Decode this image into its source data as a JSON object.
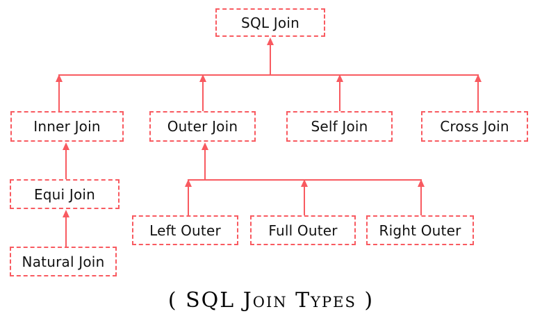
{
  "diagram": {
    "caption": "( SQL Join Types )",
    "accent_color": "#f85a60",
    "text_color": "#111111",
    "background_color": "#ffffff",
    "nodes": {
      "root": {
        "label": "SQL Join"
      },
      "inner": {
        "label": "Inner Join"
      },
      "outer": {
        "label": "Outer Join"
      },
      "self": {
        "label": "Self Join"
      },
      "cross": {
        "label": "Cross Join"
      },
      "equi": {
        "label": "Equi Join"
      },
      "natural": {
        "label": "Natural Join"
      },
      "left_outer": {
        "label": "Left Outer"
      },
      "full_outer": {
        "label": "Full Outer"
      },
      "right_outer": {
        "label": "Right Outer"
      }
    }
  },
  "chart_data": {
    "type": "diagram",
    "title": "( SQL Join Types )",
    "layout": "hierarchical-tree-bottom-up",
    "levels": [
      [
        "SQL Join"
      ],
      [
        "Inner Join",
        "Outer Join",
        "Self Join",
        "Cross Join"
      ],
      [
        "Equi Join",
        "Left Outer",
        "Full Outer",
        "Right Outer"
      ],
      [
        "Natural Join"
      ]
    ],
    "edges": [
      {
        "from": "Inner Join",
        "to": "SQL Join"
      },
      {
        "from": "Outer Join",
        "to": "SQL Join"
      },
      {
        "from": "Self Join",
        "to": "SQL Join"
      },
      {
        "from": "Cross Join",
        "to": "SQL Join"
      },
      {
        "from": "Equi Join",
        "to": "Inner Join"
      },
      {
        "from": "Natural Join",
        "to": "Equi Join"
      },
      {
        "from": "Left Outer",
        "to": "Outer Join"
      },
      {
        "from": "Full Outer",
        "to": "Outer Join"
      },
      {
        "from": "Right Outer",
        "to": "Outer Join"
      }
    ]
  }
}
